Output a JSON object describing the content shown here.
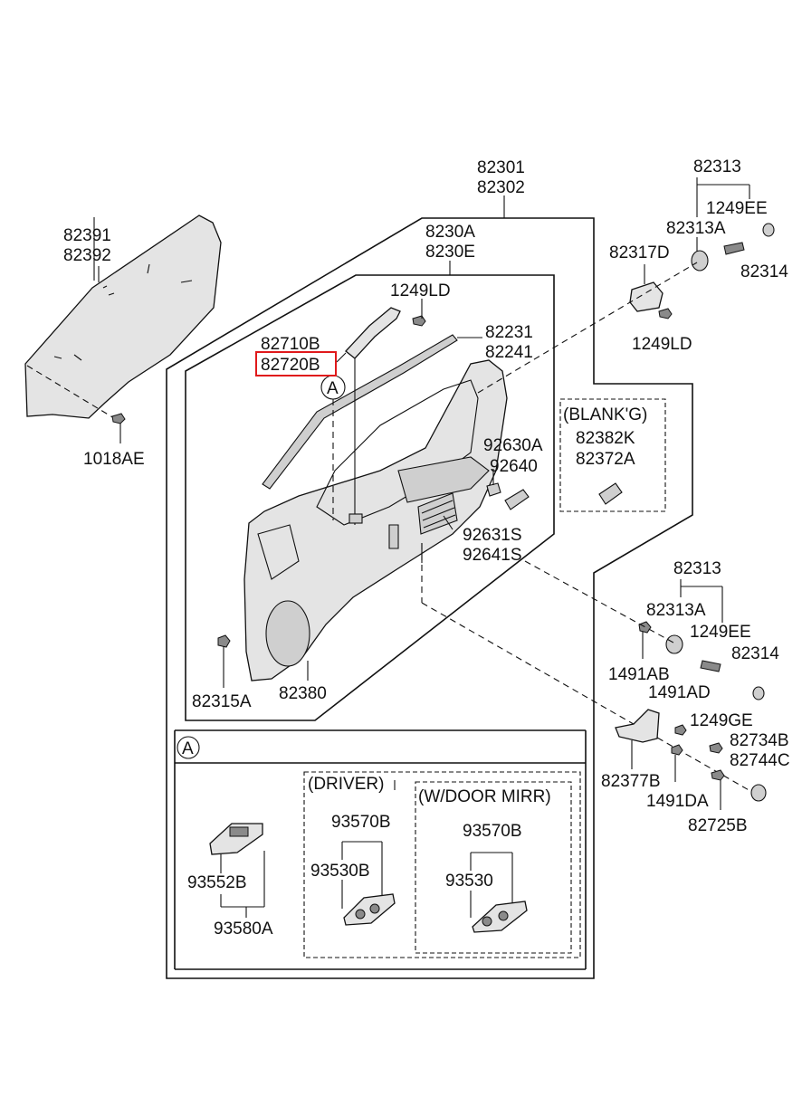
{
  "labels": {
    "l82301": "82301",
    "l82302": "82302",
    "l82391": "82391",
    "l82392": "82392",
    "l1018AE": "1018AE",
    "l8230A": "8230A",
    "l8230E": "8230E",
    "l1249LD_a": "1249LD",
    "l82710B": "82710B",
    "l82720B": "82720B",
    "l82231": "82231",
    "l82241": "82241",
    "l82313_a": "82313",
    "l1249EE_a": "1249EE",
    "l82313A_a": "82313A",
    "l82317D": "82317D",
    "l82314_a": "82314",
    "l1249LD_b": "1249LD",
    "lBlank": "(BLANK'G)",
    "l82382K": "82382K",
    "l82372A": "82372A",
    "l92630A": "92630A",
    "l92640": "92640",
    "l92631S": "92631S",
    "l92641S": "92641S",
    "l82313_b": "82313",
    "l82313A_b": "82313A",
    "l1249EE_b": "1249EE",
    "l82314_b": "82314",
    "l1491AB": "1491AB",
    "l1491AD": "1491AD",
    "l1249GE": "1249GE",
    "l82734B": "82734B",
    "l82744C": "82744C",
    "l82377B": "82377B",
    "l1491DA": "1491DA",
    "l82725B": "82725B",
    "l82315A": "82315A",
    "l82380": "82380",
    "calloutA": "A",
    "detailA": "A",
    "lDriver": "(DRIVER)",
    "lMirror": "(W/DOOR MIRR)",
    "l93570B_a": "93570B",
    "l93530B": "93530B",
    "l93570B_b": "93570B",
    "l93530": "93530",
    "l93552B": "93552B",
    "l93580A": "93580A"
  },
  "colors": {
    "line": "#111111",
    "highlight": "#e0191b",
    "part_fill": "#e4e4e4",
    "background": "#ffffff"
  }
}
